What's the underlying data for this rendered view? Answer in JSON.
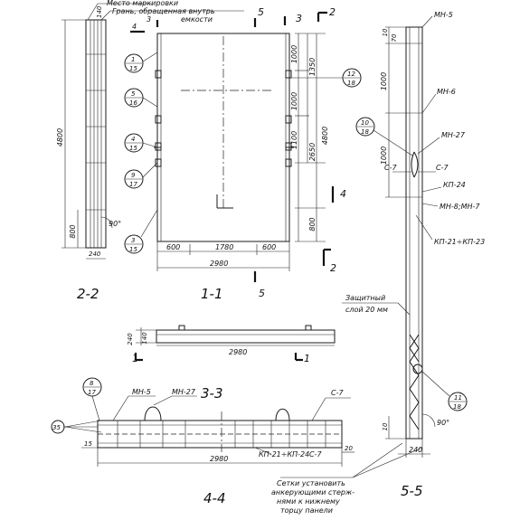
{
  "notes": {
    "marking_place": "Место маркировки",
    "face_inside": "Грань, обращенная внутрь",
    "face_inside2": "емкости",
    "protective_1": "Защитный",
    "protective_2": "слой 20 мм",
    "mesh_1": "Сетки установить",
    "mesh_2": "анкерующими стерж-",
    "mesh_3": "нями к нижнему",
    "mesh_4": "торцу панели"
  },
  "views": {
    "v11": "1-1",
    "v22": "2-2",
    "v33": "3-3",
    "v44": "4-4",
    "v55": "5-5"
  },
  "cuts": {
    "c3": "3",
    "c4": "4",
    "c5": "5",
    "c2": "2",
    "c1": "1"
  },
  "dims": {
    "h4800": "4800",
    "h4800b": "4800",
    "d800": "800",
    "d800b": "800",
    "d1000a": "1000",
    "d1350": "1350",
    "d1000b": "1000",
    "d1100": "1100",
    "d2650": "2650",
    "w600a": "600",
    "w1780": "1780",
    "w600b": "600",
    "w2980": "2980",
    "w2980b": "2980",
    "w2980c": "2980",
    "t240a": "240",
    "t140": "140",
    "t240b": "240",
    "t140b": "140",
    "s10": "10",
    "s70": "70",
    "s1000a": "1000",
    "s1000b": "1000",
    "s10b": "10",
    "s240": "240",
    "d35": "35",
    "d15": "15",
    "d20": "20",
    "angle": "90°",
    "angle2": "90°"
  },
  "marks": {
    "mn5": "МН-5",
    "mn6": "МН-6",
    "mn27": "МН-27",
    "c7a": "С-7",
    "c7b": "С-7",
    "kp24": "КП-24",
    "mn8": "МН-8;МН-7",
    "kp21": "КП-21÷КП-23",
    "mn5b": "МН-5",
    "mn27b": "МН-27",
    "c7c": "С-7",
    "kp21b": "КП-21÷КП-24",
    "c7d": "С-7"
  },
  "callouts": {
    "c1_15_top": "1",
    "c1_15_bot": "15",
    "c5_16_top": "5",
    "c5_16_bot": "16",
    "c4_15_top": "4",
    "c4_15_bot": "15",
    "c9_17_top": "9",
    "c9_17_bot": "17",
    "c3_15_top": "3",
    "c3_15_bot": "15",
    "c12_18_top": "12",
    "c12_18_bot": "18",
    "c10_18_top": "10",
    "c10_18_bot": "18",
    "c11_18_top": "11",
    "c11_18_bot": "18",
    "c8_17_top": "8",
    "c8_17_bot": "17"
  }
}
